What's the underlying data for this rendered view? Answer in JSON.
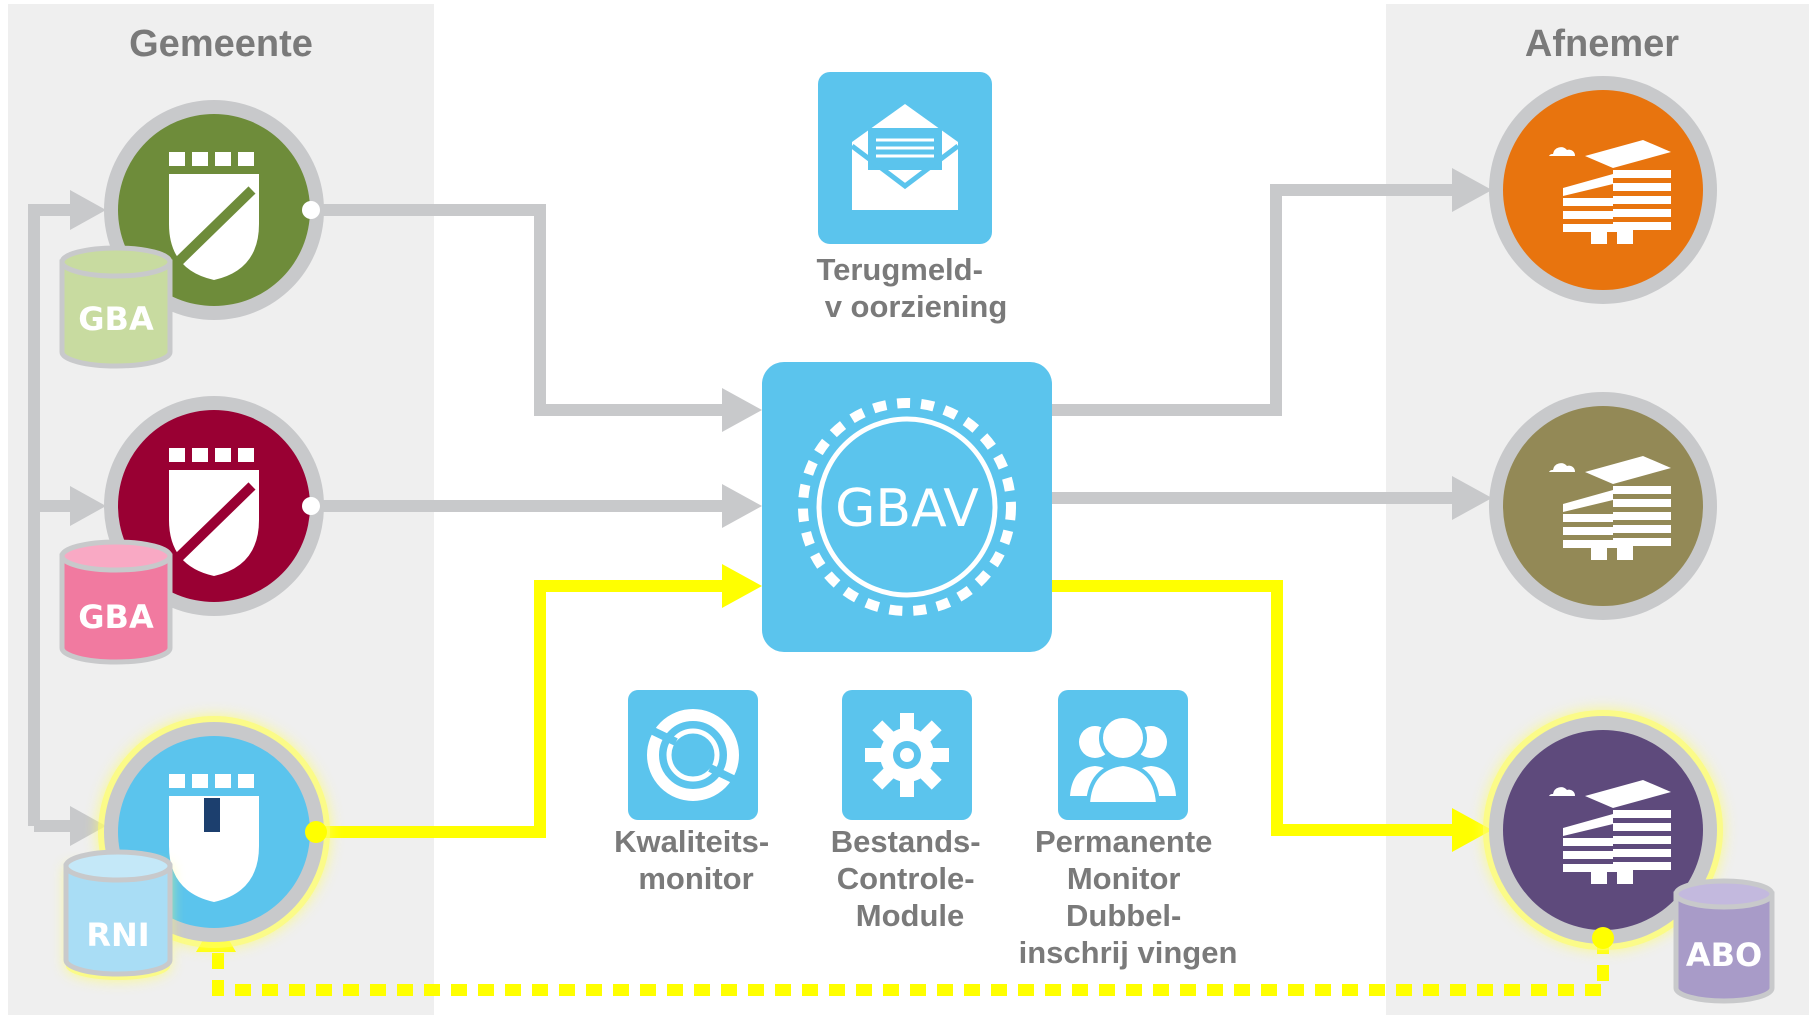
{
  "columns": {
    "left_title": "Gemeente",
    "right_title": "Afnemer"
  },
  "databases": {
    "gba_1": "GBA",
    "gba_2": "GBA",
    "rni": "RNI",
    "abo": "ABO"
  },
  "hub": {
    "label": "GBAV"
  },
  "services": {
    "terugmeld": [
      "Terugmeld-",
      "v oorziening"
    ],
    "kwaliteit": [
      "Kwaliteits-",
      "monitor"
    ],
    "bestands": [
      "Bestands-",
      "Controle-",
      "Module"
    ],
    "permanente": [
      "Permanente",
      "Monitor",
      "Dubbel-",
      "inschrij vingen"
    ]
  },
  "colors": {
    "panel_grey": "#efefef",
    "flow_grey": "#c8c9cb",
    "flow_yellow": "#ffff00",
    "tile_blue": "#5bc4ed",
    "gemeente_green": "#6e8c3a",
    "gemeente_red": "#990033",
    "gemeente_blue": "#5bc4ed",
    "afnemer_orange": "#e8740e",
    "afnemer_olive": "#938956",
    "afnemer_purple": "#5e4a7c",
    "label_grey": "#7a7a7a"
  },
  "icons": {
    "gemeente": "shield-icon",
    "afnemer": "building-icon",
    "terugmeld": "envelope-icon",
    "kwaliteit": "cycle-icon",
    "bestands": "gear-icon",
    "permanente": "people-icon"
  }
}
